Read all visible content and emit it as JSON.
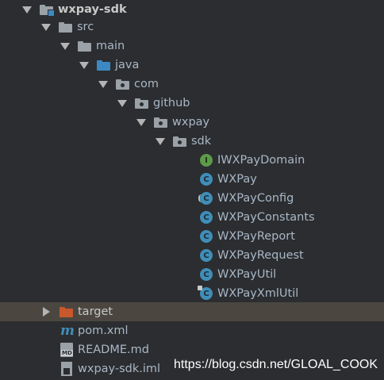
{
  "tree": {
    "root": "wxpay-sdk",
    "src": "src",
    "main": "main",
    "java": "java",
    "com": "com",
    "github": "github",
    "wxpay": "wxpay",
    "sdk": "sdk",
    "classes": [
      {
        "name": "IWXPayDomain",
        "kind": "interface",
        "badge": "I"
      },
      {
        "name": "WXPay",
        "kind": "class",
        "badge": "C"
      },
      {
        "name": "WXPayConfig",
        "kind": "abstract-class",
        "badge": "C"
      },
      {
        "name": "WXPayConstants",
        "kind": "class",
        "badge": "C"
      },
      {
        "name": "WXPayReport",
        "kind": "class",
        "badge": "C"
      },
      {
        "name": "WXPayRequest",
        "kind": "class",
        "badge": "C"
      },
      {
        "name": "WXPayUtil",
        "kind": "class",
        "badge": "C"
      },
      {
        "name": "WXPayXmlUtil",
        "kind": "class",
        "badge": "C"
      }
    ],
    "target": "target",
    "pom": "pom.xml",
    "pom_icon_glyph": "m",
    "readme": "README.md",
    "readme_icon_glyph": "MD",
    "iml": "wxpay-sdk.iml"
  },
  "watermark": "https://blog.csdn.net/GLOAL_COOK",
  "colors": {
    "background": "#2b2d30",
    "selected_row": "#4b4740",
    "text": "#a9b7c6",
    "folder_gray": "#9aa1a7",
    "source_folder_blue": "#3c89c2",
    "excluded_folder_orange": "#c9582c",
    "class_icon": "#3f8eb8",
    "interface_icon": "#5d9a49"
  }
}
